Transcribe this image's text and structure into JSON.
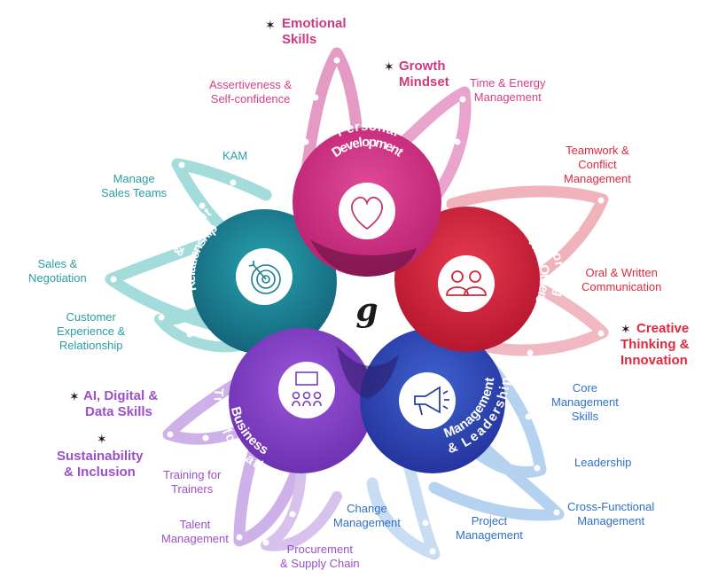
{
  "brand_glyph": "g",
  "hubs": {
    "personal": {
      "line1": "Personal",
      "line2": "Development",
      "icon": "heart-icon",
      "color": "#d62d86"
    },
    "working": {
      "line1": "Working",
      "line2": "With Others",
      "icon": "people-icon",
      "color": "#d61e3e"
    },
    "management": {
      "line1": "Management",
      "line2": "& Leadership",
      "icon": "megaphone-icon",
      "color": "#2d47b8"
    },
    "business": {
      "line1": "Business",
      "line2": "Transformation",
      "icon": "org-chart-icon",
      "color": "#7e3fc6"
    },
    "sales": {
      "line1": "Sales & Client",
      "line2": "Relationship",
      "icon": "target-icon",
      "color": "#1c8d98"
    }
  },
  "topics": {
    "assertiveness": [
      "Assertiveness &",
      "Self-confidence"
    ],
    "time_energy": [
      "Time & Energy",
      "Management"
    ],
    "kam": [
      "KAM"
    ],
    "manage_sales": [
      "Manage",
      "Sales Teams"
    ],
    "sales_negotiation": [
      "Sales &",
      "Negotiation"
    ],
    "customer_experience": [
      "Customer",
      "Experience &",
      "Relationship"
    ],
    "teamwork": [
      "Teamwork &",
      "Conflict",
      "Management"
    ],
    "oral_written": [
      "Oral & Written",
      "Communication"
    ],
    "core_management": [
      "Core",
      "Management",
      "Skills"
    ],
    "leadership": [
      "Leadership"
    ],
    "cross_functional": [
      "Cross-Functional",
      "Management"
    ],
    "project_management": [
      "Project",
      "Management"
    ],
    "change_management": [
      "Change",
      "Management"
    ],
    "procurement": [
      "Procurement",
      "& Supply Chain"
    ],
    "talent_management": [
      "Talent",
      "Management"
    ],
    "training_trainers": [
      "Training for",
      "Trainers"
    ]
  },
  "highlights": {
    "emotional": [
      "Emotional",
      "Skills"
    ],
    "growth": [
      "Growth",
      "Mindset"
    ],
    "creative": [
      "Creative",
      "Thinking &",
      "Innovation"
    ],
    "ai_digital": [
      "AI, Digital &",
      "Data Skills"
    ],
    "sustainability": [
      "Sustainability",
      "& Inclusion"
    ]
  },
  "star_glyph": "✶",
  "colors": {
    "teal": "#2b9ea6",
    "pink": "#d63f86",
    "red": "#e0283d",
    "blue": "#2f70c8",
    "purple": "#9b50c8"
  }
}
